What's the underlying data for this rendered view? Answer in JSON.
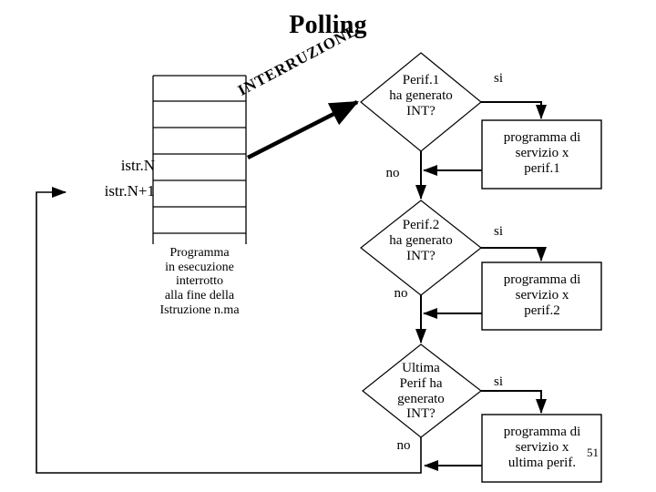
{
  "slide": {
    "title": "Polling",
    "number": "51",
    "background": "#ffffff",
    "ink": "#000000"
  },
  "program_stack": {
    "istr_n": "istr.N",
    "istr_n_plus_1": "istr.N+1",
    "caption": "Programma\nin esecuzione\ninterrotto\nalla fine della\nIstruzione n.ma"
  },
  "interrupt_arrow": {
    "label": "INTERRUZIONE"
  },
  "decisions": [
    {
      "name": "perif-1",
      "text": "Perif.1\nha generato\nINT?",
      "yes_label": "si",
      "no_label": "no"
    },
    {
      "name": "perif-2",
      "text": "Perif.2\nha generato\nINT?",
      "yes_label": "si",
      "no_label": "no"
    },
    {
      "name": "ultima-perif",
      "text": "Ultima\nPerif ha\ngenerato\nINT?",
      "yes_label": "si",
      "no_label": "no"
    }
  ],
  "service_boxes": [
    {
      "name": "servizio-perif-1",
      "text": "programma di\nservizio x\nperif.1"
    },
    {
      "name": "servizio-perif-2",
      "text": "programma di\nservizio x\nperif.2"
    },
    {
      "name": "servizio-ultima-perif",
      "text": "programma di\nservizio x\nultima perif."
    }
  ]
}
